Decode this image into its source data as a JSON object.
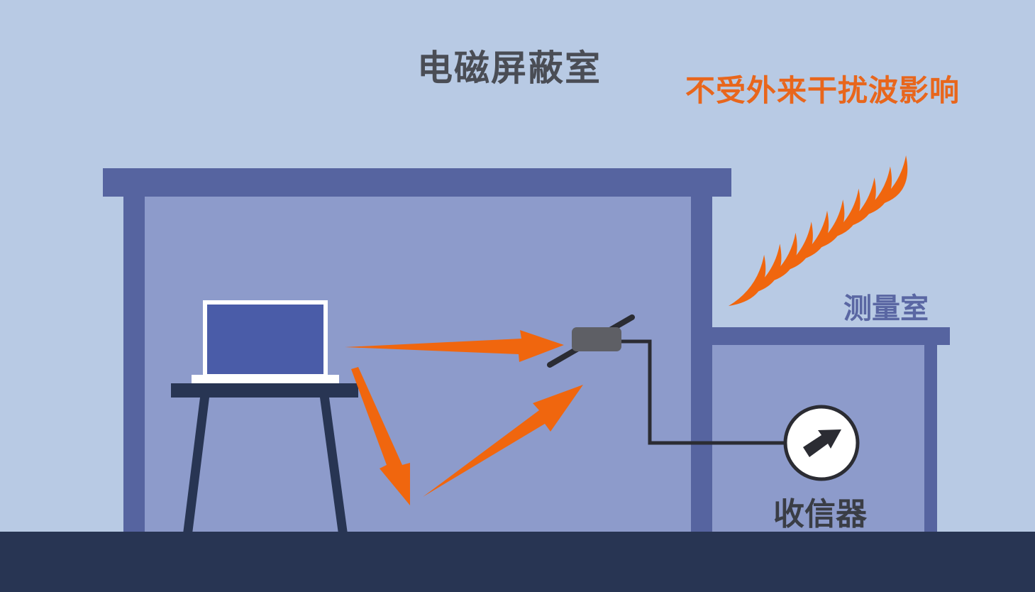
{
  "labels": {
    "title": "电磁屏蔽室",
    "note": "不受外来干扰波影响",
    "measurement_room": "测量室",
    "receiver": "收信器"
  },
  "colors": {
    "background": "#b8cae4",
    "wall": "#5664a0",
    "room_fill": "#8d9bcb",
    "floor": "#283553",
    "accent": "#f0660e",
    "laptop_screen": "#4a5ca8",
    "antenna_body": "#5e5f65",
    "table": "#283553"
  },
  "icons": {
    "interference_waves": "wave-arc-icon",
    "laptop": "laptop-icon",
    "antenna": "antenna-icon",
    "receiver_dial": "dial-arrow-icon"
  }
}
